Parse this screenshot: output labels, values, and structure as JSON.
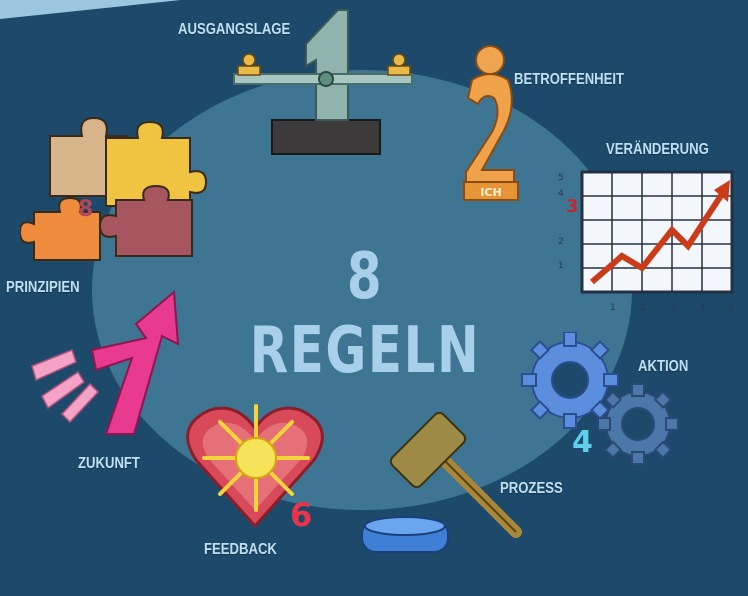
{
  "title": "8 REGELN",
  "rules": {
    "ausgangslage": "AUSGANGSLAGE",
    "betroffenheit": "BETROFFENHEIT",
    "veraenderung": "VERÄNDERUNG",
    "aktion": "AKTION",
    "prozess": "PROZESS",
    "feedback": "FEEDBACK",
    "zukunft": "ZUKUNFT",
    "prinzipien": "PRINZIPIEN"
  },
  "illustration_text": {
    "ich": "ICH",
    "chart_ticks_y": [
      "5",
      "4",
      "3",
      "2",
      "1"
    ],
    "chart_ticks_x": [
      "1",
      "2",
      "3",
      "4",
      "5"
    ]
  },
  "colors": {
    "background": "#1d4a6b",
    "ellipse": "#3d7593",
    "label": "#bfe0f3",
    "title": "#a9d0ea"
  }
}
